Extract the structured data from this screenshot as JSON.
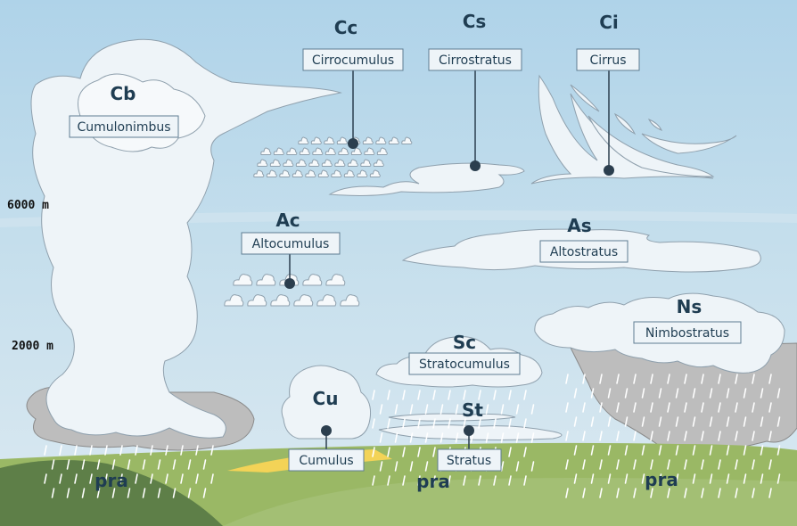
{
  "clouds": {
    "cb": {
      "abbr": "Cb",
      "name": "Cumulonimbus"
    },
    "cc": {
      "abbr": "Cc",
      "name": "Cirrocumulus"
    },
    "cs": {
      "abbr": "Cs",
      "name": "Cirrostratus"
    },
    "ci": {
      "abbr": "Ci",
      "name": "Cirrus"
    },
    "ac": {
      "abbr": "Ac",
      "name": "Altocumulus"
    },
    "as": {
      "abbr": "As",
      "name": "Altostratus"
    },
    "ns": {
      "abbr": "Ns",
      "name": "Nimbostratus"
    },
    "sc": {
      "abbr": "Sc",
      "name": "Stratocumulus"
    },
    "cu": {
      "abbr": "Cu",
      "name": "Cumulus"
    },
    "st": {
      "abbr": "St",
      "name": "Stratus"
    }
  },
  "altitudes": {
    "high": "6000 m",
    "low": "2000 m"
  },
  "precipitation": {
    "label": "pra"
  },
  "colors": {
    "sky_top": "#afd3e9",
    "sky_bottom": "#d6e7f0",
    "ground": "#9ab865",
    "hill": "#5e7f48",
    "sand": "#f3d357"
  }
}
